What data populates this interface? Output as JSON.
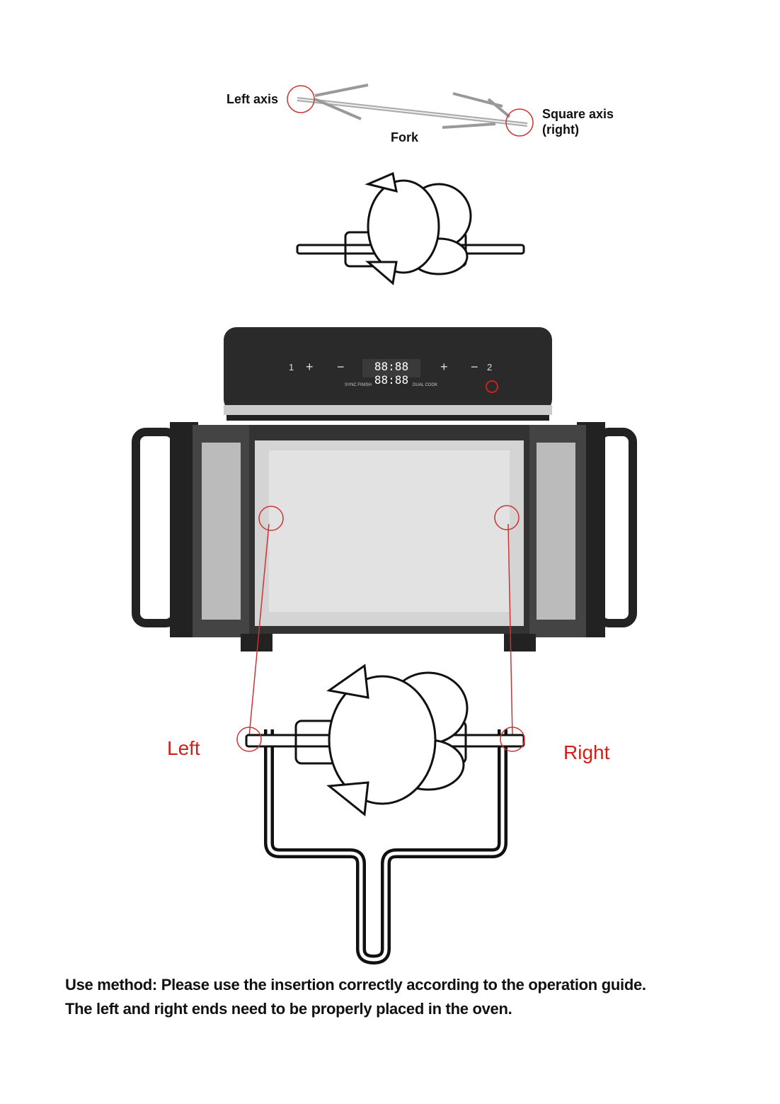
{
  "labels": {
    "left_axis": "Left axis",
    "square_axis_line1": "Square axis",
    "square_axis_line2": "(right)",
    "fork": "Fork",
    "left": "Left",
    "right": "Right"
  },
  "control_panel": {
    "display": "88:88 88:88",
    "zone1": "1",
    "zone2": "2",
    "plus": "+",
    "minus": "−",
    "sync_finish": "SYNC FINISH",
    "dual_cook": "DUAL COOK"
  },
  "instructions": {
    "line1": "Use method: Please use the insertion correctly according to the operation guide.",
    "line2": "The left and right ends need to be properly placed in the oven."
  },
  "colors": {
    "accent_red": "#d0201a",
    "oven_body": "#2a2a2a"
  }
}
